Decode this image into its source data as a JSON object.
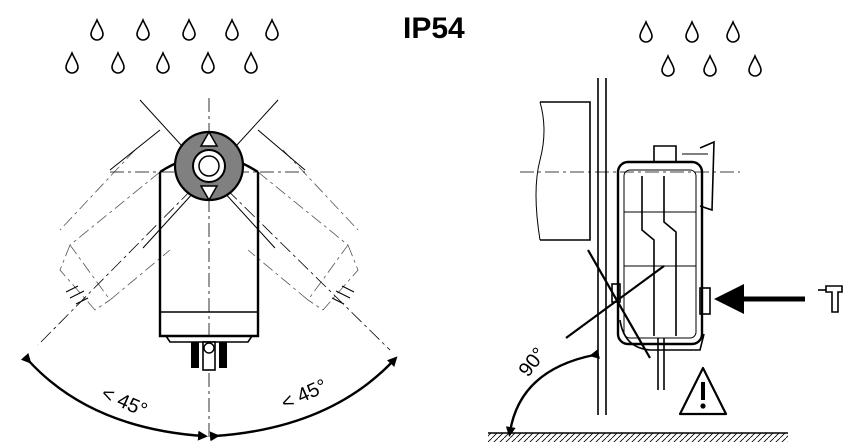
{
  "title": "IP54",
  "angle_left": "< 45°",
  "angle_right": "< 45°",
  "angle_mount": "90°",
  "icons": {
    "drops": "water-drop-icon",
    "warning": "warning-triangle-icon",
    "wrench": "hex-key-icon"
  },
  "colors": {
    "line": "#000000",
    "hub_fill": "#808080",
    "background": "#ffffff"
  }
}
